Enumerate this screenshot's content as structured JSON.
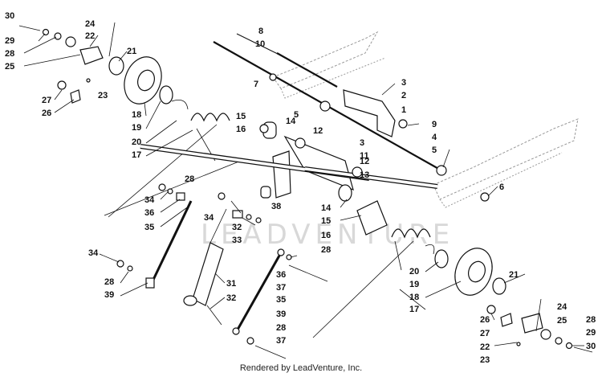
{
  "credit": "Rendered by LeadVenture, Inc.",
  "watermark": "LEADVENTURE",
  "callouts": [
    {
      "id": "c30a",
      "text": "30"
    },
    {
      "id": "c29a",
      "text": "29"
    },
    {
      "id": "c28a",
      "text": "28"
    },
    {
      "id": "c25a",
      "text": "25"
    },
    {
      "id": "c24a",
      "text": "24"
    },
    {
      "id": "c22a",
      "text": "22"
    },
    {
      "id": "c21a",
      "text": "21"
    },
    {
      "id": "c23a",
      "text": "23"
    },
    {
      "id": "c27a",
      "text": "27"
    },
    {
      "id": "c26a",
      "text": "26"
    },
    {
      "id": "c18a",
      "text": "18"
    },
    {
      "id": "c19a",
      "text": "19"
    },
    {
      "id": "c20a",
      "text": "20"
    },
    {
      "id": "c17a",
      "text": "17"
    },
    {
      "id": "c8",
      "text": "8"
    },
    {
      "id": "c10",
      "text": "10"
    },
    {
      "id": "c7",
      "text": "7"
    },
    {
      "id": "c5a",
      "text": "5"
    },
    {
      "id": "c3a",
      "text": "3"
    },
    {
      "id": "c2",
      "text": "2"
    },
    {
      "id": "c1",
      "text": "1"
    },
    {
      "id": "c9",
      "text": "9"
    },
    {
      "id": "c4",
      "text": "4"
    },
    {
      "id": "c5b",
      "text": "5"
    },
    {
      "id": "c6",
      "text": "6"
    },
    {
      "id": "c15a",
      "text": "15"
    },
    {
      "id": "c14a",
      "text": "14"
    },
    {
      "id": "c16a",
      "text": "16"
    },
    {
      "id": "c12a",
      "text": "12"
    },
    {
      "id": "c3b",
      "text": "3"
    },
    {
      "id": "c11",
      "text": "11"
    },
    {
      "id": "c12b",
      "text": "12"
    },
    {
      "id": "c13",
      "text": "13"
    },
    {
      "id": "c28b",
      "text": "28"
    },
    {
      "id": "c34a",
      "text": "34"
    },
    {
      "id": "c36a",
      "text": "36"
    },
    {
      "id": "c35a",
      "text": "35"
    },
    {
      "id": "c34b",
      "text": "34"
    },
    {
      "id": "c38",
      "text": "38"
    },
    {
      "id": "c32a",
      "text": "32"
    },
    {
      "id": "c33",
      "text": "33"
    },
    {
      "id": "c14b",
      "text": "14"
    },
    {
      "id": "c15b",
      "text": "15"
    },
    {
      "id": "c16b",
      "text": "16"
    },
    {
      "id": "c34c",
      "text": "34"
    },
    {
      "id": "c28c",
      "text": "28"
    },
    {
      "id": "c39a",
      "text": "39"
    },
    {
      "id": "c31",
      "text": "31"
    },
    {
      "id": "c32b",
      "text": "32"
    },
    {
      "id": "c28d",
      "text": "28"
    },
    {
      "id": "c36b",
      "text": "36"
    },
    {
      "id": "c37a",
      "text": "37"
    },
    {
      "id": "c35b",
      "text": "35"
    },
    {
      "id": "c39b",
      "text": "39"
    },
    {
      "id": "c28e",
      "text": "28"
    },
    {
      "id": "c37b",
      "text": "37"
    },
    {
      "id": "c20b",
      "text": "20"
    },
    {
      "id": "c19b",
      "text": "19"
    },
    {
      "id": "c18b",
      "text": "18"
    },
    {
      "id": "c17b",
      "text": "17"
    },
    {
      "id": "c21b",
      "text": "21"
    },
    {
      "id": "c24b",
      "text": "24"
    },
    {
      "id": "c26b",
      "text": "26"
    },
    {
      "id": "c25b",
      "text": "25"
    },
    {
      "id": "c27b",
      "text": "27"
    },
    {
      "id": "c22b",
      "text": "22"
    },
    {
      "id": "c23b",
      "text": "23"
    },
    {
      "id": "c28f",
      "text": "28"
    },
    {
      "id": "c29b",
      "text": "29"
    },
    {
      "id": "c30b",
      "text": "30"
    }
  ]
}
